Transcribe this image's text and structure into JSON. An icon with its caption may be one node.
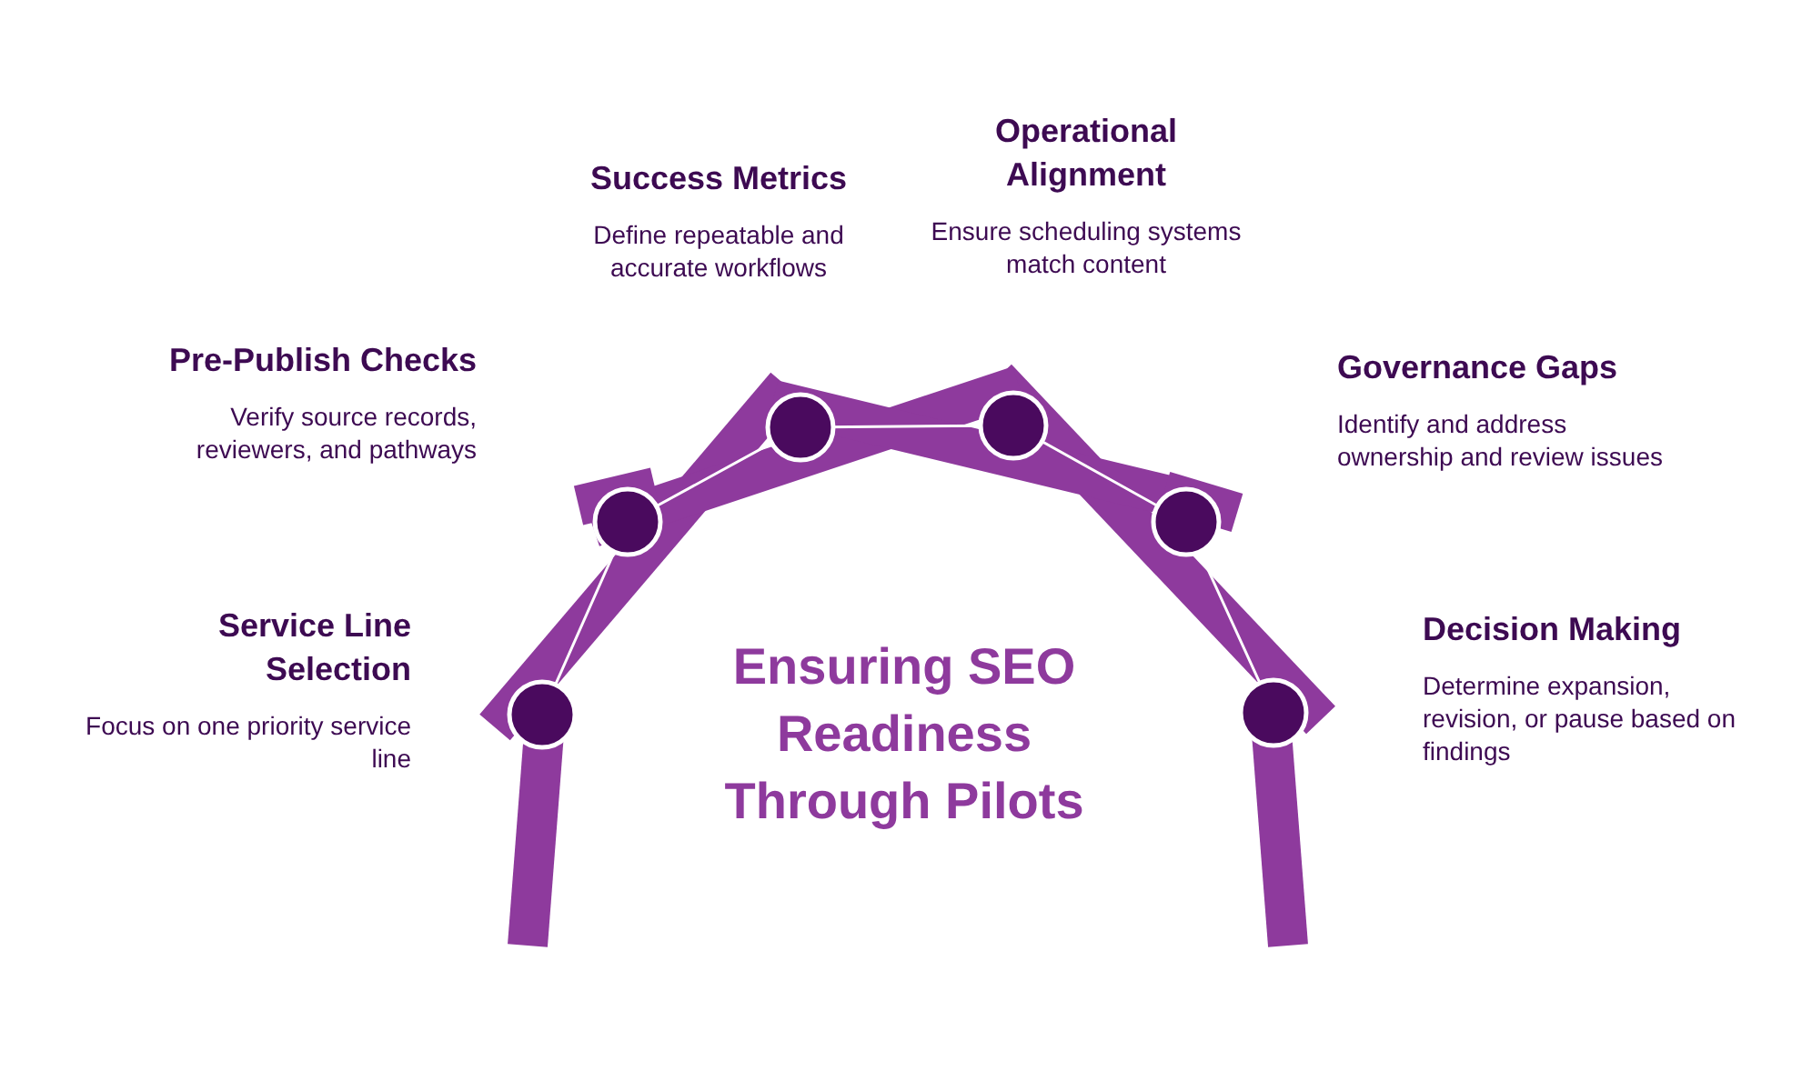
{
  "diagram": {
    "title": "Ensuring SEO Readiness Through Pilots",
    "nodes": [
      {
        "text": [
          "Service Line Selection",
          "Focus on one priority service line"
        ]
      },
      {
        "text": [
          "Pre-Publish Checks",
          "Verify source records, reviewers, and pathways"
        ]
      },
      {
        "text": [
          "Success Metrics",
          "Define repeatable and accurate workflows"
        ]
      },
      {
        "text": [
          "Operational Alignment",
          "Ensure scheduling systems match content"
        ]
      },
      {
        "text": [
          "Governance Gaps",
          "Identify and address ownership and review issues"
        ]
      },
      {
        "text": [
          "Decision Making",
          "Determine expansion, revision, or pause based on findings"
        ]
      }
    ]
  }
}
